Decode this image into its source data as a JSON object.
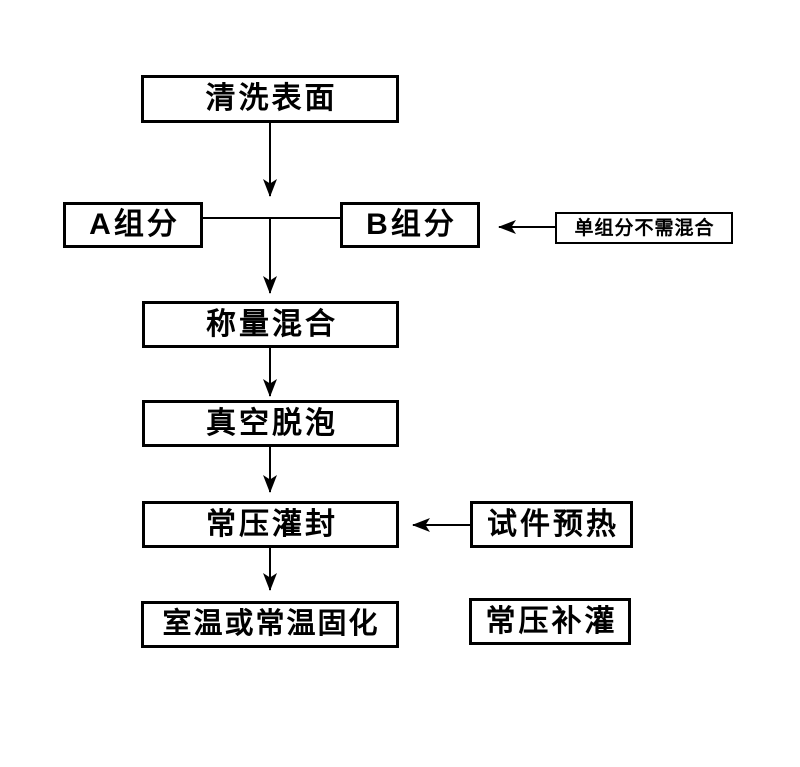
{
  "diagram": {
    "type": "flowchart",
    "language": "zh",
    "colors": {
      "background": "#ffffff",
      "box_border": "#000000",
      "line": "#000000",
      "text": "#000000"
    },
    "nodes": {
      "clean_surface": "清洗表面",
      "component_a": "A组分",
      "component_b": "B组分",
      "note_single_component": "单组分不需混合",
      "weigh_mix": "称量混合",
      "vacuum_degas": "真空脱泡",
      "ambient_potting": "常压灌封",
      "specimen_preheat": "试件预热",
      "cure": "室温或常温固化",
      "ambient_refill": "常压补灌"
    },
    "edges": [
      {
        "from": "clean_surface",
        "to": "mix_junction",
        "style": "arrow-down"
      },
      {
        "from": "component_a",
        "to": "mix_junction",
        "style": "plain-line"
      },
      {
        "from": "component_b",
        "to": "mix_junction",
        "style": "plain-line"
      },
      {
        "from": "mix_junction",
        "to": "weigh_mix",
        "style": "arrow-down"
      },
      {
        "from": "weigh_mix",
        "to": "vacuum_degas",
        "style": "arrow-down"
      },
      {
        "from": "vacuum_degas",
        "to": "ambient_potting",
        "style": "arrow-down"
      },
      {
        "from": "ambient_potting",
        "to": "cure",
        "style": "arrow-down"
      },
      {
        "from": "note_single_component",
        "to": "component_b",
        "style": "arrow-left"
      },
      {
        "from": "specimen_preheat",
        "to": "ambient_potting",
        "style": "arrow-left"
      }
    ]
  }
}
